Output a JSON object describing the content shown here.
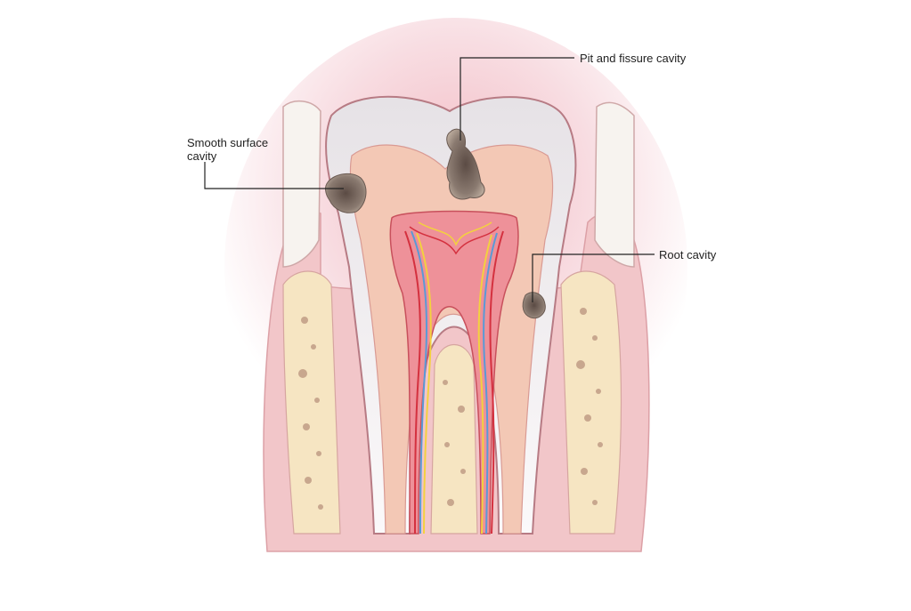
{
  "labels": {
    "pit_and_fissure": "Pit and fissure cavity",
    "smooth_surface_line1": "Smooth surface",
    "smooth_surface_line2": "cavity",
    "root": "Root cavity"
  },
  "colors": {
    "gum": "#f3c2c6",
    "gum_edge": "#d98a93",
    "enamel": "#f6f3f4",
    "dentin": "#f3c9b7",
    "pulp": "#ef8f96",
    "bone": "#f7e7c8",
    "decay": "#7a6a60",
    "vessel_red": "#d4313f",
    "vessel_blue": "#5a9ad6",
    "nerve_yellow": "#f3d13f",
    "text": "#222222"
  }
}
